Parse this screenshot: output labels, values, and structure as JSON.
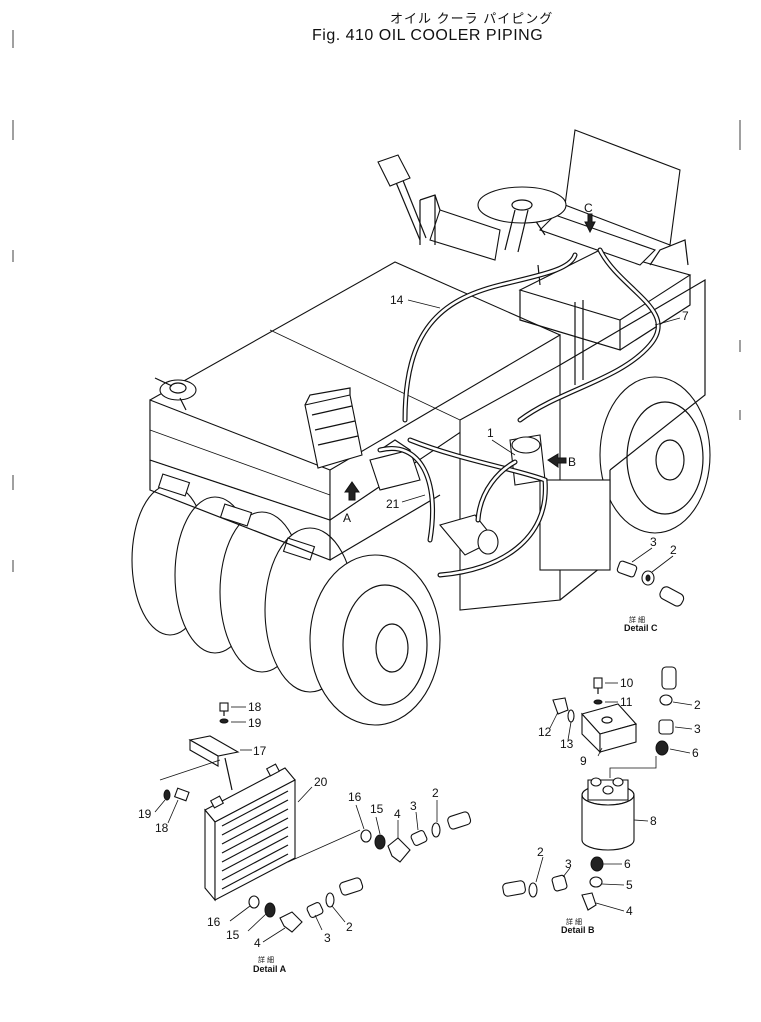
{
  "title": {
    "japanese": "オイル クーラ パイピング",
    "english": "Fig. 410 OIL COOLER PIPING"
  },
  "main_labels": {
    "l1": "1",
    "l7": "7",
    "l14": "14",
    "l21": "21",
    "view_a": "A",
    "view_b": "B",
    "view_c": "C"
  },
  "detail_c": {
    "jp": "詳 細",
    "caption": "Detail C",
    "labels": {
      "l3": "3",
      "l2": "2"
    }
  },
  "detail_b": {
    "jp": "詳 細",
    "caption": "Detail B",
    "labels": {
      "l10": "10",
      "l11": "11",
      "l2a": "2",
      "l3a": "3",
      "l6a": "6",
      "l12": "12",
      "l13": "13",
      "l9": "9",
      "l8": "8",
      "l2b": "2",
      "l3b": "3",
      "l6b": "6",
      "l5": "5",
      "l4": "4"
    }
  },
  "detail_a": {
    "jp": "詳 細",
    "caption": "Detail A",
    "labels": {
      "l18a": "18",
      "l19a": "19",
      "l17": "17",
      "l20": "20",
      "l19b": "19",
      "l18b": "18",
      "l16a": "16",
      "l15a": "15",
      "l4a": "4",
      "l3a": "3",
      "l2a": "2",
      "l16b": "16",
      "l15b": "15",
      "l4b": "4",
      "l3b": "3",
      "l2b": "2"
    }
  }
}
